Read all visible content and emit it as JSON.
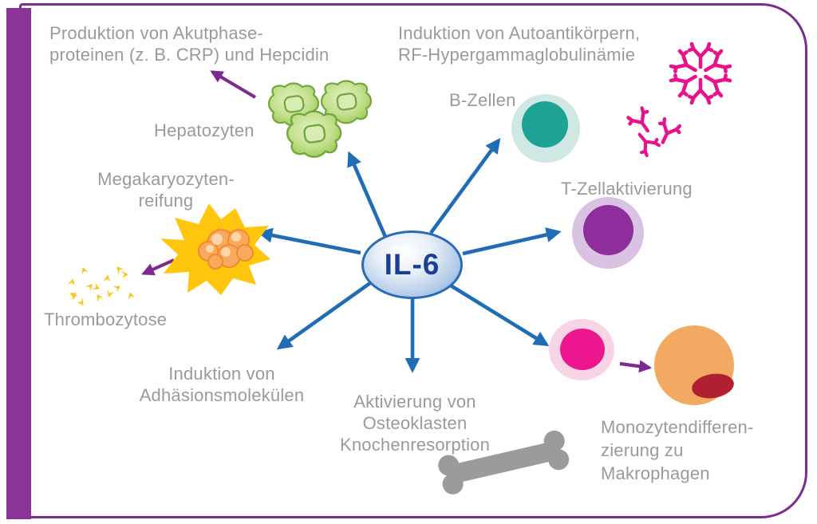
{
  "center": {
    "label": "IL-6"
  },
  "labels": {
    "akutphase": "Produktion von Akutphase-\nproteinen (z. B. CRP) und Hepcidin",
    "autoantikoerper": "Induktion von Autoantikörpern,\nRF-Hypergammaglobulinämie",
    "b_zellen": "B-Zellen",
    "t_zellen": "T-Zellaktivierung",
    "hepatozyten": "Hepatozyten",
    "megakaryozyten": "Megakaryozyten-\nreifung",
    "thrombozytose": "Thrombozytose",
    "adhaesion": "Induktion von\nAdhäsionsmolekülen",
    "osteoklasten": "Aktivierung von\nOsteoklasten\nKnochenresorption",
    "monozyten": "Monozytendifferen-\nzierung zu\nMakrophagen"
  },
  "colors": {
    "frame_purple": "#8a3398",
    "arrow_blue": "#1e6db6",
    "arrow_purple": "#7e2b8f",
    "label_gray": "#9a9a9a",
    "il6_text_blue": "#1c3e95",
    "hepatocyte_green": "#a8d063",
    "b_cell_teal": "#1ea294",
    "t_cell_purple": "#8e2d9c",
    "monocyte_pink": "#ec168e",
    "macrophage_orange": "#f3a961",
    "macrophage_nucleus_red": "#b02030",
    "megakaryocyte_yellow": "#ffc60d",
    "platelet_yellow": "#fcc40f",
    "antibody_magenta": "#e8128c",
    "bone_gray": "#9b9b9b"
  },
  "icons": {
    "hepatocyte-cells-icon": "three green liver cells",
    "antibody-cluster-icon": "magenta Y antibodies snowflake",
    "b-cell-icon": "teal lymphocyte",
    "t-cell-icon": "purple lymphocyte",
    "megakaryocyte-icon": "yellow megakaryocyte",
    "platelets-icon": "yellow platelet fragments",
    "bone-icon": "gray bone",
    "monocyte-icon": "pink monocyte",
    "macrophage-icon": "orange macrophage"
  }
}
